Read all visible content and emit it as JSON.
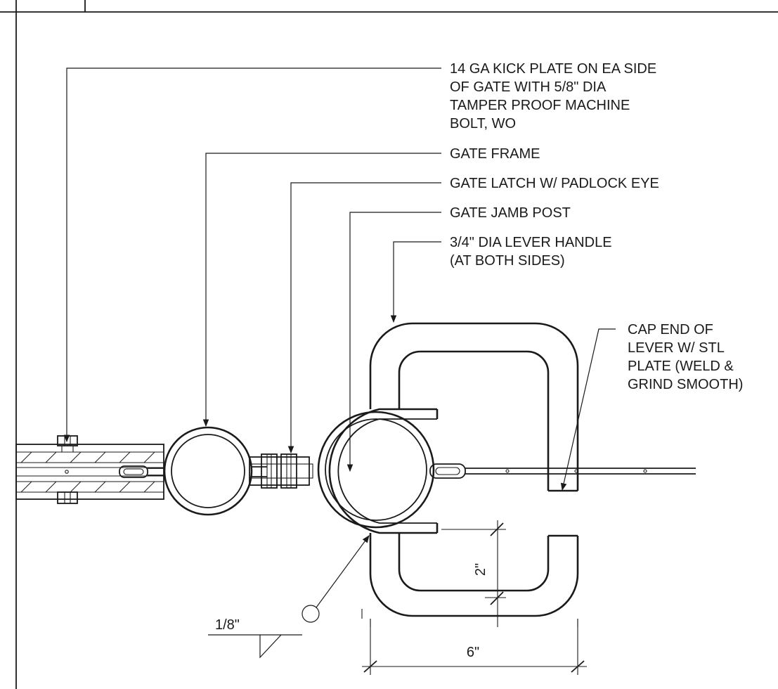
{
  "notes": {
    "kick_plate": [
      "14 GA KICK PLATE ON EA SIDE",
      "OF GATE WITH 5/8\" DIA",
      "TAMPER PROOF MACHINE",
      "BOLT, WO"
    ],
    "gate_frame": "GATE FRAME",
    "gate_latch": "GATE LATCH W/ PADLOCK EYE",
    "gate_jamb_post": "GATE JAMB POST",
    "lever_handle": [
      "3/4\" DIA LEVER HANDLE",
      "(AT BOTH SIDES)"
    ],
    "cap_end": [
      "CAP END OF",
      "LEVER W/ STL",
      "PLATE (WELD &",
      "GRIND SMOOTH)"
    ]
  },
  "dimensions": {
    "handle_height": "2\"",
    "handle_width": "6\"",
    "weld_size": "1/8\""
  }
}
